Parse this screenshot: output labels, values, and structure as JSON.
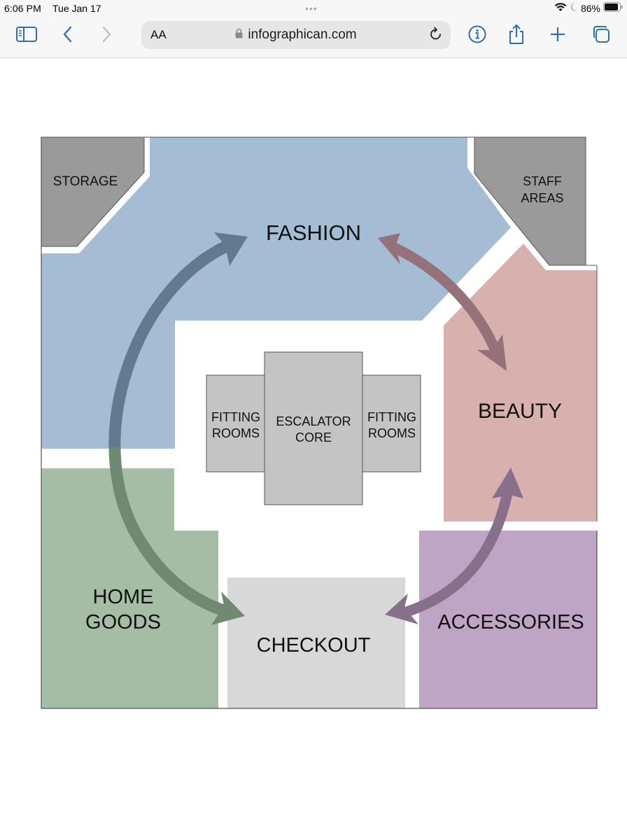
{
  "status_bar": {
    "time": "6:06 PM",
    "date": "Tue Jan 17",
    "dots": "•••",
    "battery_pct": "86%",
    "icons": [
      "wifi-icon",
      "moon-icon",
      "battery-icon"
    ]
  },
  "toolbar": {
    "text_size_label": "AA",
    "url": "infographican.com",
    "icons": [
      "sidebar-icon",
      "back-icon",
      "forward-icon",
      "lock-icon",
      "reload-icon",
      "info-icon",
      "share-icon",
      "new-tab-icon",
      "tabs-icon"
    ],
    "accent_color": "#2f6fb0"
  },
  "floorplan": {
    "zones": [
      {
        "id": "storage",
        "label_lines": [
          "STORAGE"
        ],
        "color": "#9a9a9a"
      },
      {
        "id": "staff-areas",
        "label_lines": [
          "STAFF",
          "AREAS"
        ],
        "color": "#9a9a9a"
      },
      {
        "id": "fashion",
        "label_lines": [
          "FASHION"
        ],
        "color": "#a5bdd4"
      },
      {
        "id": "beauty",
        "label_lines": [
          "BEAUTY"
        ],
        "color": "#d8b0ad"
      },
      {
        "id": "home-goods",
        "label_lines": [
          "HOME",
          "GOODS"
        ],
        "color": "#a5bda5"
      },
      {
        "id": "checkout",
        "label_lines": [
          "CHECKOUT"
        ],
        "color": "#d8d8d8"
      },
      {
        "id": "accessories",
        "label_lines": [
          "ACCESSORIES"
        ],
        "color": "#bea5c6"
      },
      {
        "id": "fitting-rooms-left",
        "label_lines": [
          "FITTING",
          "ROOMS"
        ],
        "color": "#c4c4c4"
      },
      {
        "id": "escalator-core",
        "label_lines": [
          "ESCALATOR",
          "CORE"
        ],
        "color": "#c4c4c4"
      },
      {
        "id": "fitting-rooms-right",
        "label_lines": [
          "FITTING",
          "ROOMS"
        ],
        "color": "#c4c4c4"
      }
    ],
    "flows": [
      {
        "from": "home-goods",
        "to": "fashion",
        "direction": "fashion <-> checkout via home goods",
        "color": "#63798e"
      },
      {
        "from": "fashion",
        "to": "beauty",
        "direction": "bidirectional",
        "color": "#957279"
      },
      {
        "from": "beauty",
        "to": "checkout",
        "direction": "bidirectional",
        "color": "#88708c"
      }
    ],
    "labels": {
      "storage": "STORAGE",
      "staff_1": "STAFF",
      "staff_2": "AREAS",
      "fashion": "FASHION",
      "beauty": "BEAUTY",
      "home_1": "HOME",
      "home_2": "GOODS",
      "checkout": "CHECKOUT",
      "accessories": "ACCESSORIES",
      "fit_l_1": "FITTING",
      "fit_l_2": "ROOMS",
      "esc_1": "ESCALATOR",
      "esc_2": "CORE",
      "fit_r_1": "FITTING",
      "fit_r_2": "ROOMS"
    }
  }
}
